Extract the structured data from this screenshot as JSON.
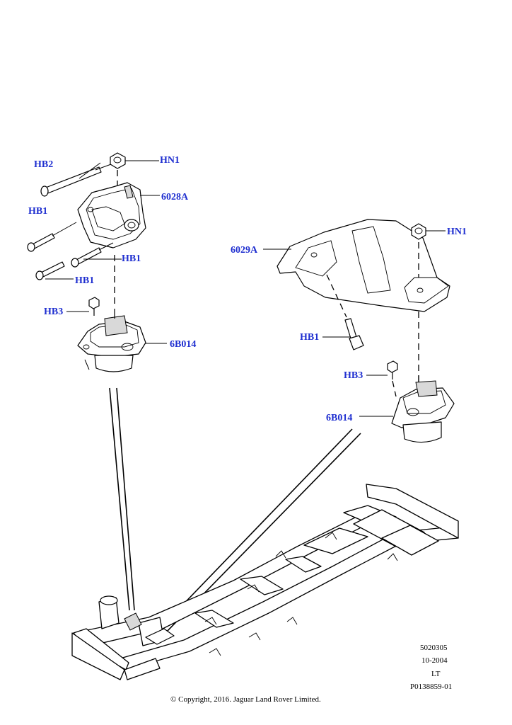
{
  "callouts": {
    "hb2": "HB2",
    "hn1_left": "HN1",
    "a6028": "6028A",
    "hb1_upper_left": "HB1",
    "hb1_mid": "HB1",
    "hb1_lower": "HB1",
    "hb3_left": "HB3",
    "b6014_left": "6B014",
    "a6029": "6029A",
    "hn1_right": "HN1",
    "hb1_right": "HB1",
    "hb3_right": "HB3",
    "b6014_right": "6B014"
  },
  "footer": {
    "code": "5020305",
    "date": "10-2004",
    "side": "LT",
    "ref": "P0138859-01",
    "copyright": "© Copyright, 2016. Jaguar Land Rover Limited."
  },
  "colors": {
    "callout_text": "#1f2fd0",
    "line": "#000000",
    "background": "#ffffff"
  }
}
